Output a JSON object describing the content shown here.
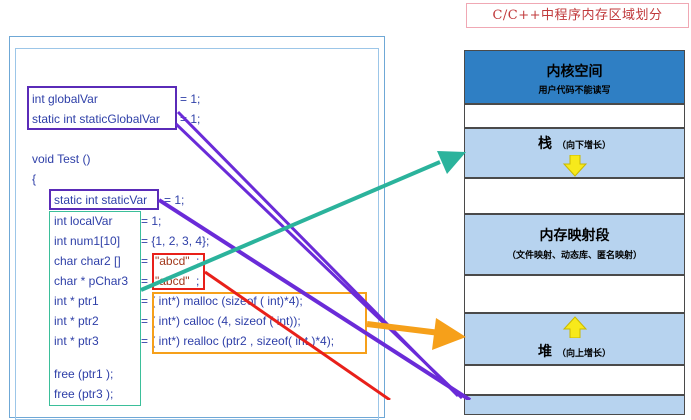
{
  "title": "C/C++中程序内存区域划分",
  "code": {
    "globals": [
      {
        "decl": "int globalVar",
        "init": "= 1;"
      },
      {
        "decl": "static int staticGlobalVar",
        "init": "= 1;"
      }
    ],
    "func_header": "void Test ()",
    "open_brace": "{",
    "static_local": {
      "decl": "static int staticVar",
      "init": "= 1;"
    },
    "locals": [
      {
        "decl": "int localVar",
        "init": "= 1;"
      },
      {
        "decl": "int num1[10]",
        "init": "= {1, 2, 3, 4};"
      },
      {
        "decl": "char char2 []",
        "eq": "=",
        "str": "\"abcd\"",
        "tail": ";"
      },
      {
        "decl": "char * pChar3",
        "eq": "=",
        "str": "\"abcd\"",
        "tail": ";"
      },
      {
        "decl": "int * ptr1",
        "init": "= ( int*) malloc (sizeof ( int)*4);"
      },
      {
        "decl": "int * ptr2",
        "init": "= ( int*) calloc (4, sizeof ( int));"
      },
      {
        "decl": "int * ptr3",
        "init": "= ( int*) realloc (ptr2 , sizeof( int )*4);"
      }
    ],
    "frees": [
      "free (ptr1 );",
      "free (ptr3 );"
    ]
  },
  "memory": {
    "kernel": {
      "label": "内核空间",
      "sub": "用户代码不能读写"
    },
    "stack": {
      "label": "栈",
      "sub": "（向下增长）"
    },
    "mmap": {
      "label": "内存映射段",
      "sub": "（文件映射、动态库、匿名映射）"
    },
    "heap": {
      "label": "堆",
      "sub": "（向上增长）"
    }
  },
  "colors": {
    "kernel_fill": "#2f7fc4",
    "segment_fill": "#b7d3ef",
    "stack_arrow": "#2bb39c",
    "heap_arrow": "#f6a01a",
    "data_arrow": "#6a2bd8",
    "const_arrow": "#e8201a",
    "grow_arrow": "#f7e91b"
  }
}
